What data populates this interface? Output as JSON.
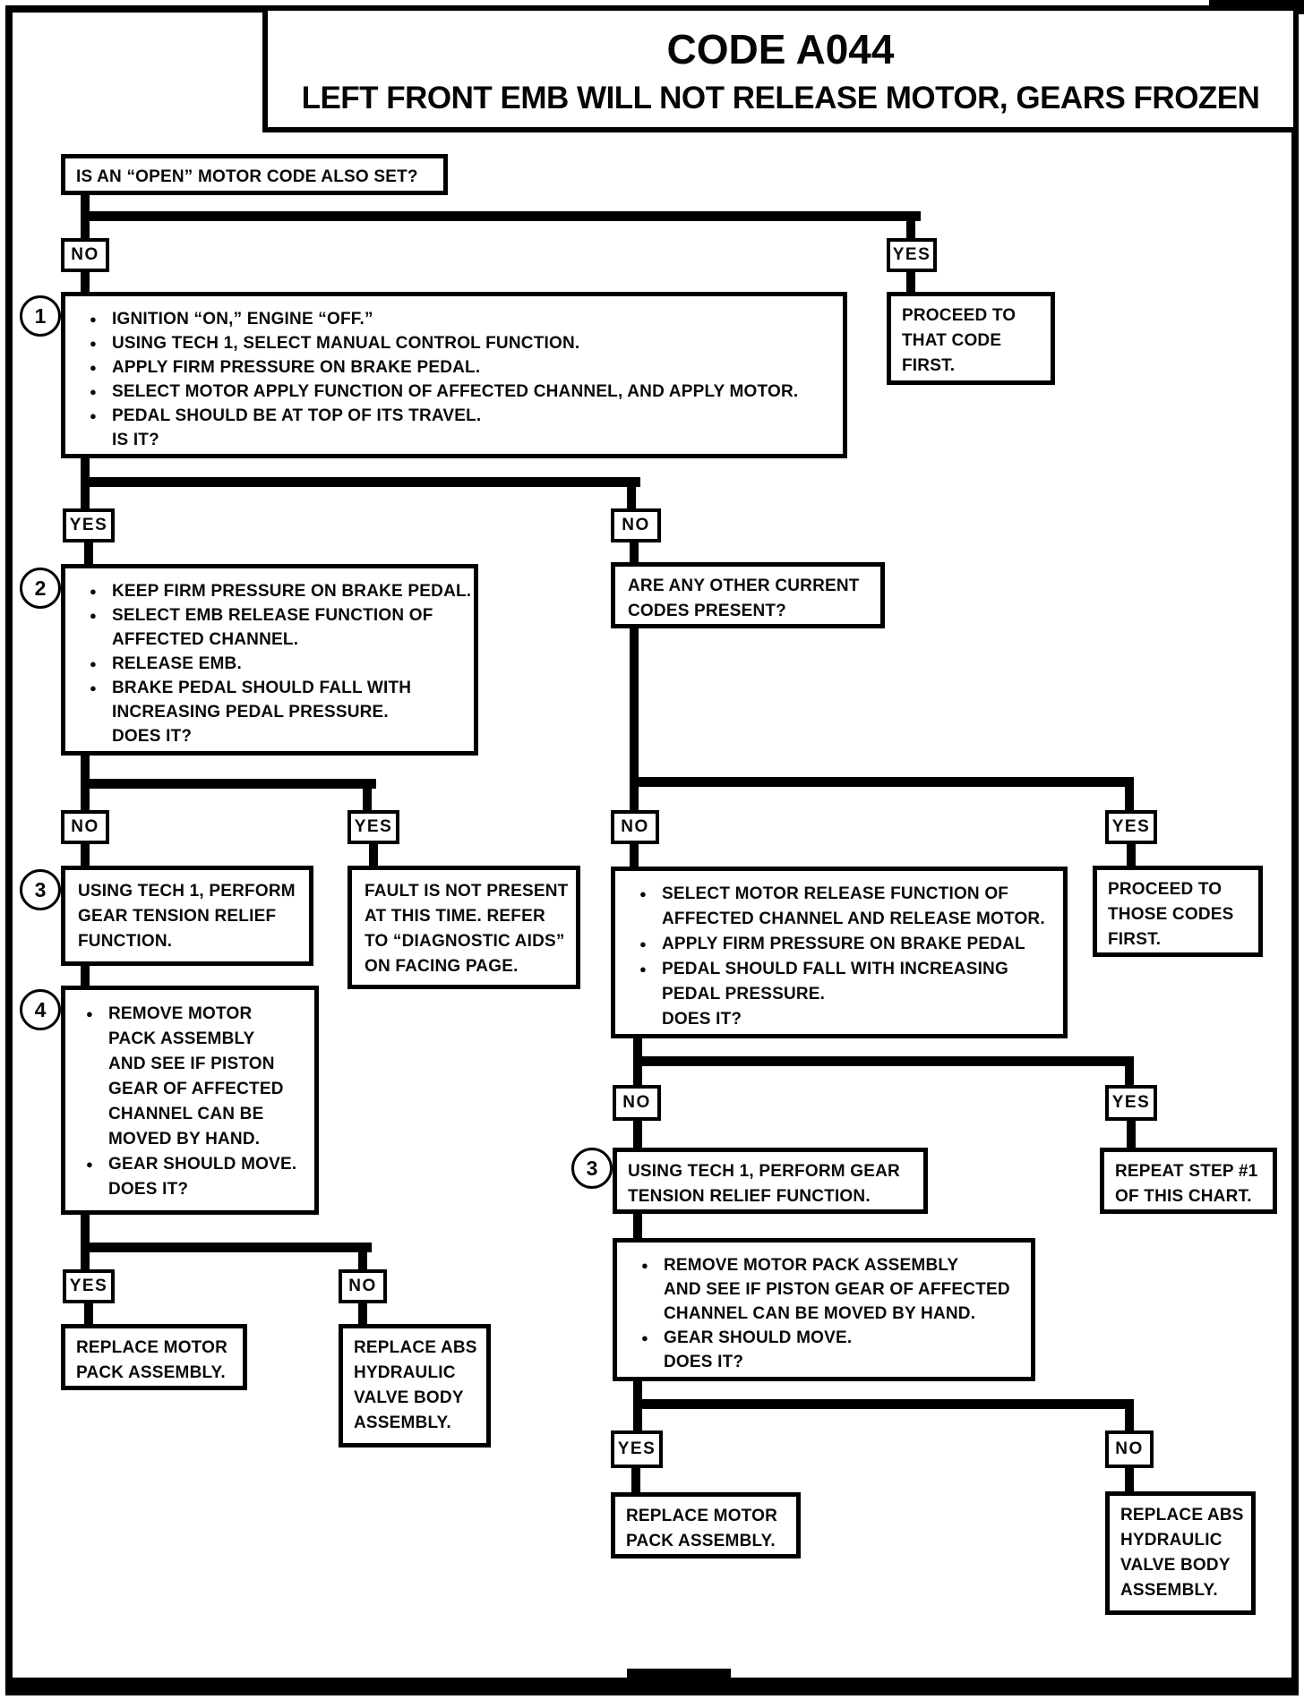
{
  "glyphs": {
    "bullet": "●"
  },
  "labels": {
    "yes": "YES",
    "no": "NO"
  },
  "title": {
    "code": "CODE A044",
    "subtitle": "LEFT FRONT EMB WILL NOT RELEASE MOTOR, GEARS FROZEN"
  },
  "steps": {
    "s1": "1",
    "s2": "2",
    "s3": "3",
    "s4": "4",
    "s3r": "3"
  },
  "nodes": {
    "open_code_q": {
      "lines": [
        "IS AN “OPEN” MOTOR CODE ALSO SET?"
      ]
    },
    "proceed_that_code": {
      "lines": [
        "PROCEED TO",
        "THAT CODE",
        "FIRST."
      ]
    },
    "step1": {
      "items": [
        {
          "b": 1,
          "t": "IGNITION “ON,” ENGINE “OFF.”"
        },
        {
          "b": 1,
          "t": "USING TECH 1, SELECT MANUAL CONTROL FUNCTION."
        },
        {
          "b": 1,
          "t": "APPLY FIRM PRESSURE ON BRAKE PEDAL."
        },
        {
          "b": 1,
          "t": "SELECT MOTOR APPLY FUNCTION OF AFFECTED CHANNEL, AND APPLY MOTOR."
        },
        {
          "b": 1,
          "t": "PEDAL SHOULD BE AT TOP OF ITS TRAVEL."
        },
        {
          "b": 0,
          "t": "IS IT?"
        }
      ]
    },
    "step2": {
      "items": [
        {
          "b": 1,
          "t": "KEEP FIRM PRESSURE ON BRAKE PEDAL."
        },
        {
          "b": 1,
          "t": "SELECT EMB RELEASE FUNCTION OF"
        },
        {
          "b": 0,
          "t": "AFFECTED CHANNEL."
        },
        {
          "b": 1,
          "t": "RELEASE EMB."
        },
        {
          "b": 1,
          "t": "BRAKE PEDAL SHOULD FALL WITH"
        },
        {
          "b": 0,
          "t": "INCREASING PEDAL PRESSURE."
        },
        {
          "b": 0,
          "t": "DOES IT?"
        }
      ]
    },
    "other_codes_q": {
      "lines": [
        "ARE ANY OTHER CURRENT",
        "CODES PRESENT?"
      ]
    },
    "gear_relief_left": {
      "lines": [
        "USING TECH 1, PERFORM",
        "GEAR TENSION RELIEF",
        "FUNCTION."
      ]
    },
    "fault_not_present": {
      "lines": [
        "FAULT IS NOT PRESENT",
        "AT THIS TIME. REFER",
        "TO “DIAGNOSTIC AIDS”",
        "ON FACING PAGE."
      ]
    },
    "step4": {
      "items": [
        {
          "b": 1,
          "t": "REMOVE MOTOR"
        },
        {
          "b": 0,
          "t": "PACK ASSEMBLY"
        },
        {
          "b": 0,
          "t": "AND SEE IF PISTON"
        },
        {
          "b": 0,
          "t": "GEAR OF AFFECTED"
        },
        {
          "b": 0,
          "t": "CHANNEL CAN BE"
        },
        {
          "b": 0,
          "t": "MOVED BY HAND."
        },
        {
          "b": 1,
          "t": "GEAR SHOULD MOVE."
        },
        {
          "b": 0,
          "t": "DOES IT?"
        }
      ]
    },
    "replace_motor_left": {
      "lines": [
        "REPLACE MOTOR",
        "PACK ASSEMBLY."
      ]
    },
    "replace_abs_left": {
      "lines": [
        "REPLACE ABS",
        "HYDRAULIC",
        "VALVE BODY",
        "ASSEMBLY."
      ]
    },
    "motor_release": {
      "items": [
        {
          "b": 1,
          "t": "SELECT MOTOR RELEASE FUNCTION OF"
        },
        {
          "b": 0,
          "t": "AFFECTED CHANNEL AND RELEASE MOTOR."
        },
        {
          "b": 1,
          "t": "APPLY FIRM PRESSURE ON BRAKE PEDAL"
        },
        {
          "b": 1,
          "t": "PEDAL SHOULD FALL WITH INCREASING"
        },
        {
          "b": 0,
          "t": "PEDAL PRESSURE."
        },
        {
          "b": 0,
          "t": "DOES IT?"
        }
      ]
    },
    "proceed_those_codes": {
      "lines": [
        "PROCEED TO",
        "THOSE CODES",
        "FIRST."
      ]
    },
    "gear_relief_right": {
      "lines": [
        "USING TECH 1, PERFORM GEAR",
        "TENSION RELIEF FUNCTION."
      ]
    },
    "repeat_step1": {
      "lines": [
        "REPEAT STEP #1",
        "OF THIS CHART."
      ]
    },
    "remove_motor_right": {
      "items": [
        {
          "b": 1,
          "t": "REMOVE MOTOR PACK ASSEMBLY"
        },
        {
          "b": 0,
          "t": "AND SEE IF PISTON GEAR OF AFFECTED"
        },
        {
          "b": 0,
          "t": "CHANNEL CAN BE MOVED BY HAND."
        },
        {
          "b": 1,
          "t": "GEAR SHOULD MOVE."
        },
        {
          "b": 0,
          "t": "DOES IT?"
        }
      ]
    },
    "replace_motor_right": {
      "lines": [
        "REPLACE MOTOR",
        "PACK ASSEMBLY."
      ]
    },
    "replace_abs_right": {
      "lines": [
        "REPLACE ABS",
        "HYDRAULIC",
        "VALVE BODY",
        "ASSEMBLY."
      ]
    }
  }
}
